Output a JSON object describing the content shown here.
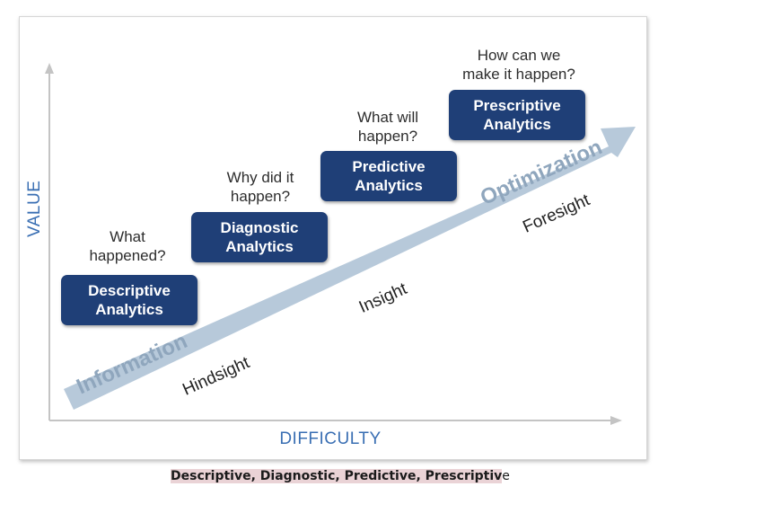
{
  "axes": {
    "y_label": "VALUE",
    "x_label": "DIFFICULTY"
  },
  "arrow": {
    "start_label": "Information",
    "end_label": "Optimization"
  },
  "stages": [
    {
      "title_line1": "Descriptive",
      "title_line2": "Analytics",
      "question_line1": "What",
      "question_line2": "happened?",
      "sight": "Hindsight"
    },
    {
      "title_line1": "Diagnostic",
      "title_line2": "Analytics",
      "question_line1": "Why did it",
      "question_line2": "happen?",
      "sight": "Insight"
    },
    {
      "title_line1": "Predictive",
      "title_line2": "Analytics",
      "question_line1": "What will",
      "question_line2": "happen?",
      "sight": "Foresight"
    },
    {
      "title_line1": "Prescriptive",
      "title_line2": "Analytics",
      "question_line1": "How can we",
      "question_line2": "make it happen?"
    }
  ],
  "caption": {
    "highlighted": "Descriptive, Diagnostic, Predictive, Prescriptiv",
    "tail": "e"
  },
  "colors": {
    "box_fill": "#1f3f77",
    "arrow_fill": "#b7c9da",
    "axis_label": "#3a6fb3"
  }
}
